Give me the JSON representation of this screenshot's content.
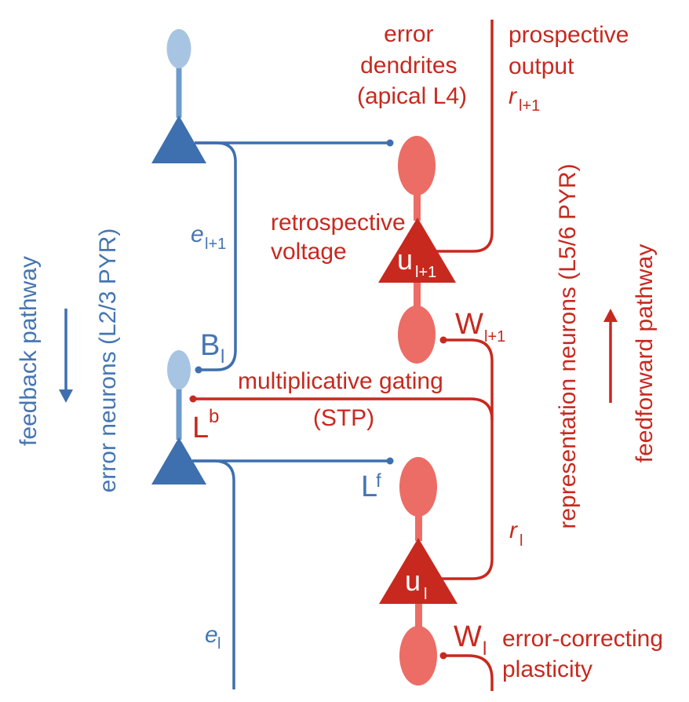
{
  "colors": {
    "blue_dark": "#3e6fae",
    "blue_mid": "#6f9bcc",
    "blue_light": "#a8c4e3",
    "blue_text": "#4575b3",
    "red_dark": "#c7291f",
    "red_light": "#ec6c66",
    "red_text": "#c7291f"
  },
  "labels": {
    "error_dendrites": [
      "error",
      "dendrites",
      "(apical L4)"
    ],
    "prospective_output": [
      "prospective",
      "output"
    ],
    "r_upper": {
      "main": "r",
      "sub": "l+1"
    },
    "retrospective_voltage": [
      "retrospective",
      "voltage"
    ],
    "u_upper": {
      "main": "u",
      "sub": "l+1"
    },
    "W_upper": {
      "main": "W",
      "sub": "l+1"
    },
    "e_upper": {
      "main": "e",
      "sub": "l+1"
    },
    "B": {
      "main": "B",
      "sub": "l"
    },
    "gating": [
      "multiplicative gating",
      "(STP)"
    ],
    "L_b": {
      "main": "L",
      "sup": "b"
    },
    "L_f": {
      "main": "L",
      "sup": "f"
    },
    "r_lower": {
      "main": "r",
      "sub": "l"
    },
    "u_lower": {
      "main": "u",
      "sub": "l"
    },
    "W_lower": {
      "main": "W",
      "sub": "l"
    },
    "plasticity": [
      "error-correcting",
      "plasticity"
    ],
    "e_lower": {
      "main": "e",
      "sub": "l"
    },
    "feedback_pathway": "feedback pathway",
    "error_neurons": "error neurons (L2/3 PYR)",
    "representation_neurons": "representation neurons (L5/6 PYR)",
    "feedforward_pathway": "feedforward pathway"
  }
}
